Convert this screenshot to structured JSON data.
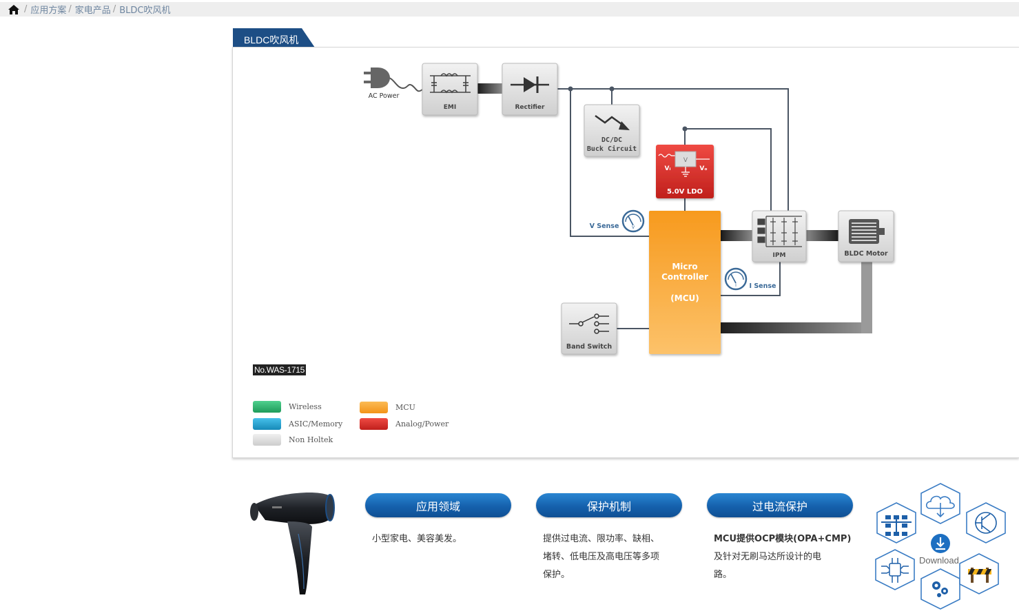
{
  "breadcrumb": {
    "items": [
      "应用方案",
      "家电产品",
      "BLDC吹风机"
    ]
  },
  "section_title": "BLDC吹风机",
  "diagram": {
    "ac_power": "AC Power",
    "emi": "EMI",
    "rectifier": "Rectifier",
    "dcdc_line1": "DC/DC",
    "dcdc_line2": "Buck Circuit",
    "ldo": "5.0V LDO",
    "ldo_vi": "Vᵢ",
    "ldo_vo": "Vₒ",
    "ldo_v": "V",
    "mcu_line1": "Micro",
    "mcu_line2": "Controller",
    "mcu_line3": "(MCU)",
    "v_sense": "V Sense",
    "i_sense": "I Sense",
    "ipm": "IPM",
    "motor": "BLDC Motor",
    "band_switch": "Band Switch"
  },
  "part_no": "No.WAS-1715",
  "legend": [
    {
      "label": "Wireless",
      "color": "#2fb36f"
    },
    {
      "label": "ASIC/Memory",
      "color": "#22a3d1"
    },
    {
      "label": "Non Holtek",
      "color": "#d5d5d5"
    },
    {
      "label": "MCU",
      "color": "#f7a52c"
    },
    {
      "label": "Analog/Power",
      "color": "#d6302b"
    }
  ],
  "features": [
    {
      "title": "应用领域",
      "lines": [
        "小型家电、美容美发。"
      ]
    },
    {
      "title": "保护机制",
      "lines": [
        "提供过电流、限功率、缺相、",
        "堵转、低电压及高电压等多项",
        "保护。"
      ]
    },
    {
      "title": "过电流保护",
      "lines": [
        "MCU提供OCP模块(OPA+CMP)",
        "及针对无刷马达所设计的电",
        "路。"
      ]
    }
  ],
  "download_label": "Download",
  "colors": {
    "brand_blue": "#1561ad",
    "mcu_orange": "#f7a52c",
    "ldo_red": "#d6302b"
  }
}
